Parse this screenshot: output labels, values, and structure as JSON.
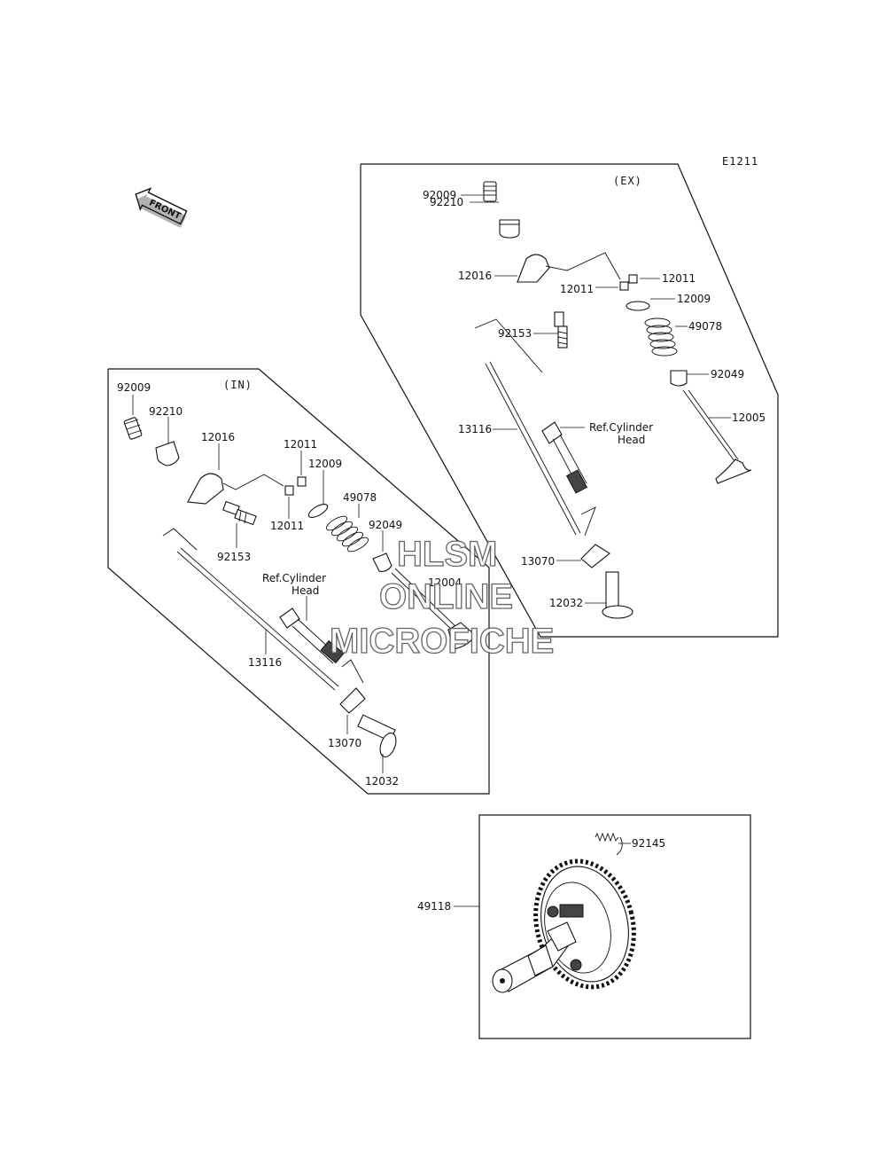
{
  "diagram_code": "E1211",
  "front_label": "FRONT",
  "sections": {
    "intake_label": "(IN)",
    "exhaust_label": "(EX)"
  },
  "intake_parts": {
    "p92009": "92009",
    "p92210": "92210",
    "p12016": "12016",
    "p12011_top": "12011",
    "p12009": "12009",
    "p12011_bottom": "12011",
    "p49078": "49078",
    "p92049": "92049",
    "p92153": "92153",
    "p12004": "12004",
    "ref_line1": "Ref.Cylinder",
    "ref_line2": "Head",
    "p13116": "13116",
    "p13070": "13070",
    "p12032": "12032"
  },
  "exhaust_parts": {
    "p92009": "92009",
    "p92210": "92210",
    "p12016": "12016",
    "p12011_right": "12011",
    "p12011_left": "12011",
    "p12009": "12009",
    "p92153": "92153",
    "p49078": "49078",
    "p92049": "92049",
    "p13116": "13116",
    "ref_line1": "Ref.Cylinder",
    "ref_line2": "Head",
    "p12005": "12005",
    "p13070": "13070",
    "p12032": "12032"
  },
  "camshaft_parts": {
    "p92145": "92145",
    "p49118": "49118"
  },
  "watermark": {
    "line1": "HLSM",
    "line2": "ONLINE",
    "line3": "MICROFICHE"
  }
}
